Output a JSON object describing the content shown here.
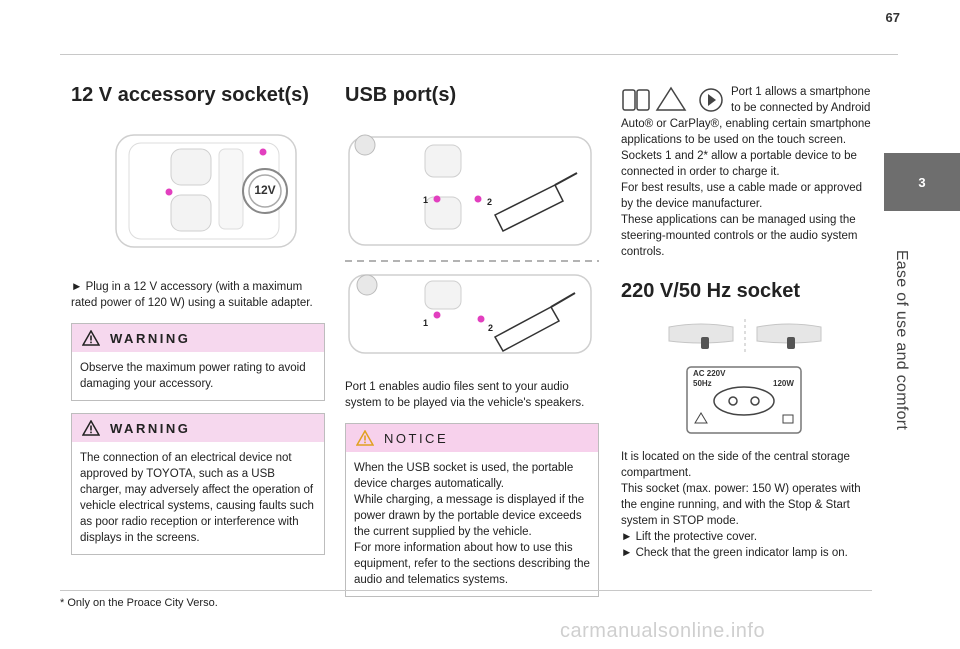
{
  "page_number": "67",
  "side_tab": {
    "number": "3",
    "label": "Ease of use and comfort"
  },
  "left": {
    "title": "12 V accessory socket(s)",
    "figure_label": "12V",
    "instruction": "► Plug in a 12 V accessory (with a maximum rated power of 120 W) using a suitable adapter.",
    "warning1": {
      "label": "WARNING",
      "text": "Observe the maximum power rating to avoid damaging your accessory."
    },
    "warning2": {
      "label": "WARNING",
      "text": "The connection of an electrical device not approved by TOYOTA, such as a USB charger, may adversely affect the operation of vehicle electrical systems, causing faults such as poor radio reception or interference with displays in the screens."
    }
  },
  "middle": {
    "title": "USB port(s)",
    "port1_label": "1",
    "port2_label": "2",
    "body": "Port 1 enables audio files sent to your audio system to be played via the vehicle's speakers.",
    "notice": {
      "label": "NOTICE",
      "text": "When the USB socket is used, the portable device charges automatically.\nWhile charging, a message is displayed if the power drawn by the portable device exceeds the current supplied by the vehicle.\nFor more information about how to use this equipment, refer to the sections describing the audio and telematics systems."
    }
  },
  "right": {
    "intro_lines": [
      "Port 1 allows a smartphone",
      "to be connected by Android"
    ],
    "body": "Auto® or CarPlay®, enabling certain smartphone applications to be used on the touch screen.\nSockets 1 and 2* allow a portable device to be connected in order to charge it.\nFor best results, use a cable made or approved by the device manufacturer.\nThese applications can be managed using the steering-mounted controls or the audio system controls.",
    "title": "220 V/50 Hz socket",
    "socket_label_ac": "AC 220V",
    "socket_label_hz": "50Hz",
    "socket_label_w": "120W",
    "location_text": "It is located on the side of the central storage compartment.\nThis socket (max. power: 150 W) operates with the engine running, and with the Stop & Start system in STOP mode.\n► Lift the protective cover.\n► Check that the green indicator lamp is on."
  },
  "footnote": "* Only on the Proace City Verso.",
  "watermark": "carmanualsonline.info",
  "colors": {
    "warning_header": "#f6d8ee",
    "tab": "#6e6e6e",
    "pink_dot": "#e23fbf"
  }
}
